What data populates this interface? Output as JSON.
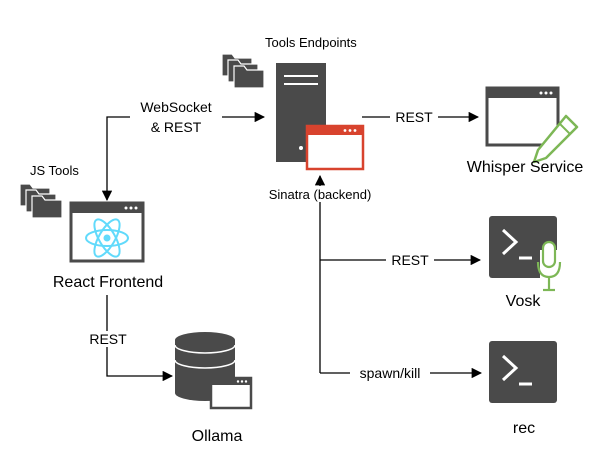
{
  "nodes": {
    "tools_endpoints": {
      "label": "Tools Endpoints"
    },
    "sinatra": {
      "label": "Sinatra (backend)"
    },
    "whisper": {
      "label": "Whisper Service"
    },
    "js_tools": {
      "label": "JS Tools"
    },
    "react": {
      "label": "React Frontend"
    },
    "vosk": {
      "label": "Vosk"
    },
    "ollama": {
      "label": "Ollama"
    },
    "rec": {
      "label": "rec"
    }
  },
  "edges": {
    "websocket": {
      "line1": "WebSocket",
      "line2": "& REST"
    },
    "to_whisper": {
      "label": "REST"
    },
    "to_vosk": {
      "label": "REST"
    },
    "to_ollama": {
      "label": "REST"
    },
    "to_rec": {
      "label": "spawn/kill"
    }
  },
  "icons": {
    "server": "server-icon",
    "browser": "browser-window-icon",
    "folders": "folder-stack-icon",
    "react": "react-logo-icon",
    "database": "database-icon",
    "terminal": "terminal-icon",
    "pen": "pen-icon",
    "mic": "microphone-icon"
  },
  "colors": {
    "dark": "#4a4a4a",
    "accent_red": "#d8432e",
    "react_blue": "#61dafb",
    "green": "#7db756"
  }
}
